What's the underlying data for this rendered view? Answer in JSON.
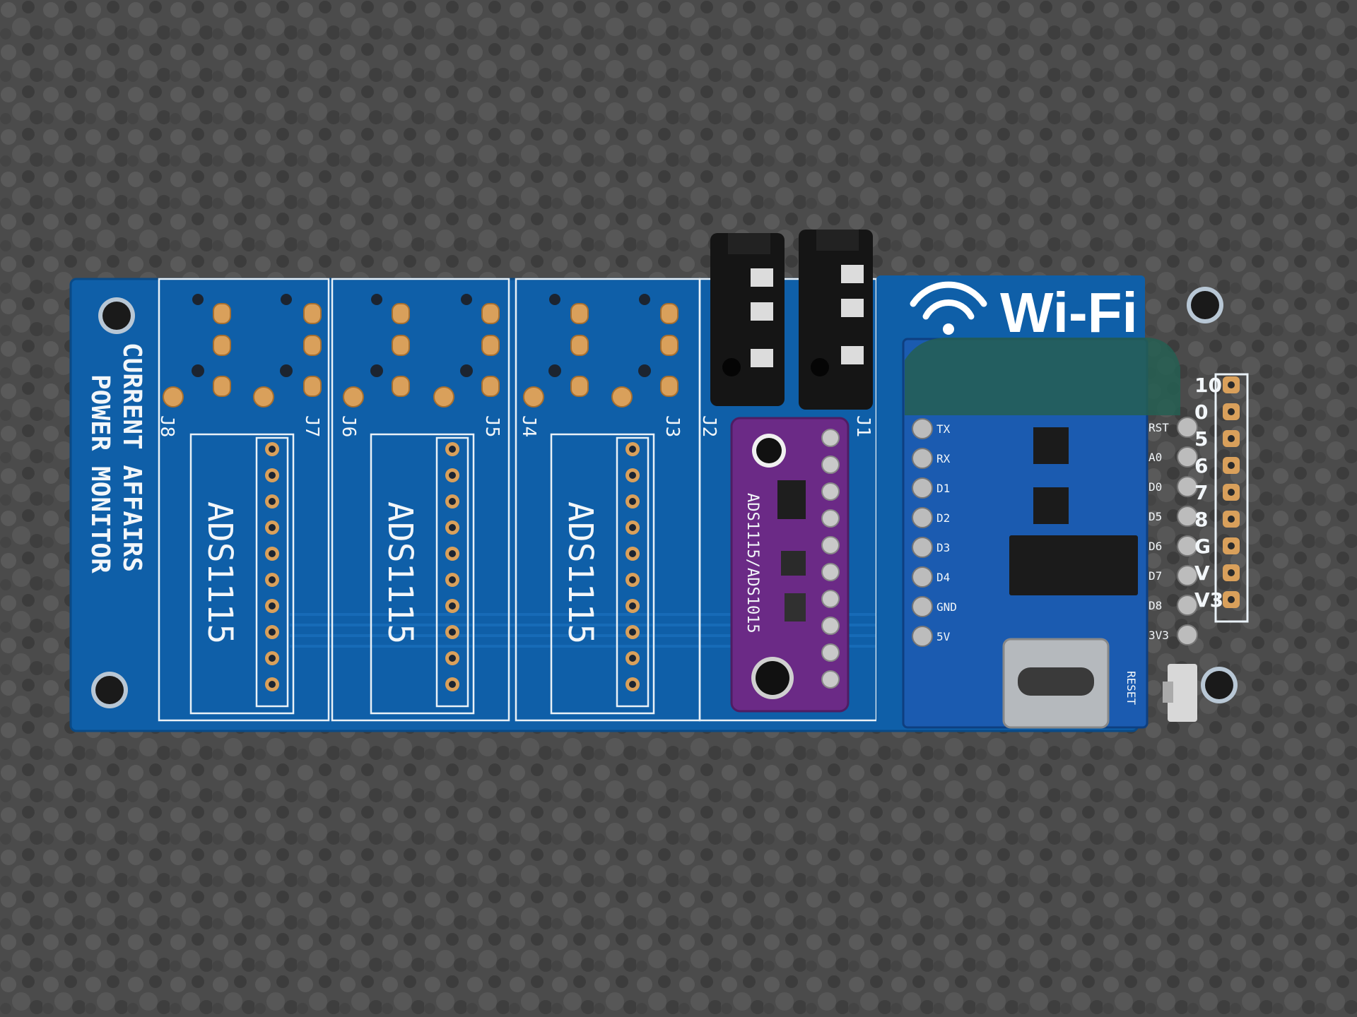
{
  "scene": {
    "description_colors": {
      "carpet": "#4a4a4a",
      "pcb": "#0f5fa8",
      "silkscreen": "#eef3f7",
      "gold_pad": "#d9a05b",
      "adc_module": "#6b2a86",
      "wifi_module": "#1b5bb0"
    }
  },
  "board": {
    "title_line1": "CURRENT AFFAIRS",
    "title_line2": "POWER MONITOR",
    "connectors": [
      "J8",
      "J7",
      "J6",
      "J5",
      "J4",
      "J3",
      "J2",
      "J1"
    ],
    "adc_slots": [
      "ADS1115",
      "ADS1115",
      "ADS1115"
    ]
  },
  "adc_module": {
    "label": "ADS1115/ADS1015"
  },
  "wifi_module": {
    "logo_text": "Wi-Fi",
    "left_pins": [
      "TX",
      "RX",
      "D1",
      "D2",
      "D3",
      "D4",
      "GND",
      "5V"
    ],
    "right_pins": [
      "RST",
      "A0",
      "D0",
      "D5",
      "D6",
      "D7",
      "D8",
      "3V3"
    ],
    "reset_label": "RESET"
  },
  "header_labels": [
    "10",
    "0",
    "5",
    "6",
    "7",
    "8",
    "G",
    "V",
    "V3"
  ]
}
